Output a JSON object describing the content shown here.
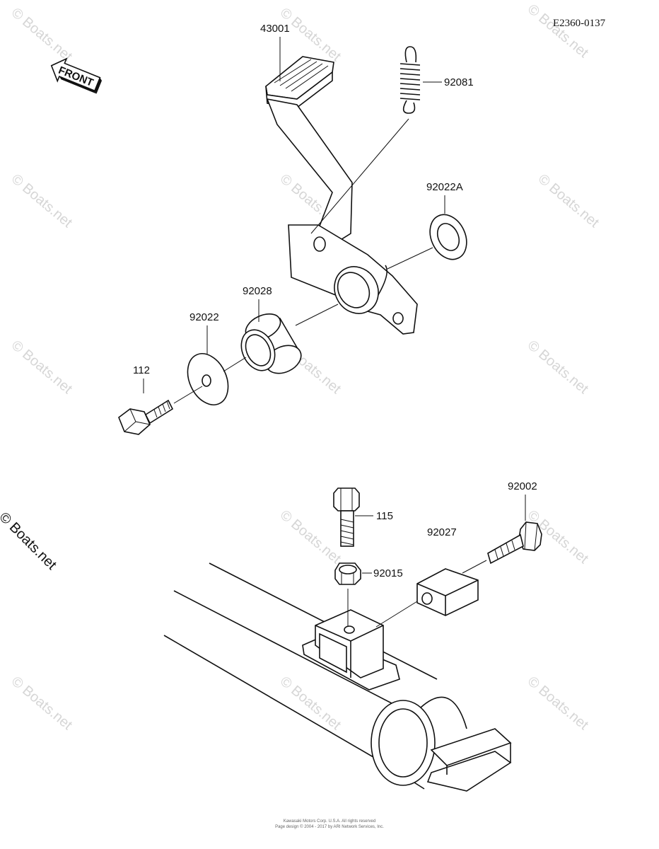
{
  "diagram_id": "E2360-0137",
  "front_label": "FRONT",
  "watermark": "© Boats.net",
  "copyright_mark": "© Boats.net",
  "parts": {
    "p43001": "43001",
    "p92081": "92081",
    "p92022A": "92022A",
    "p92028": "92028",
    "p92022": "92022",
    "p112": "112",
    "p92002": "92002",
    "p115": "115",
    "p92027": "92027",
    "p92015": "92015"
  },
  "footer": {
    "line1": "Kawasaki Motors Corp. U.S.A. All rights reserved",
    "line2": "Page design © 2004 - 2017 by ARI Network Services, Inc."
  }
}
